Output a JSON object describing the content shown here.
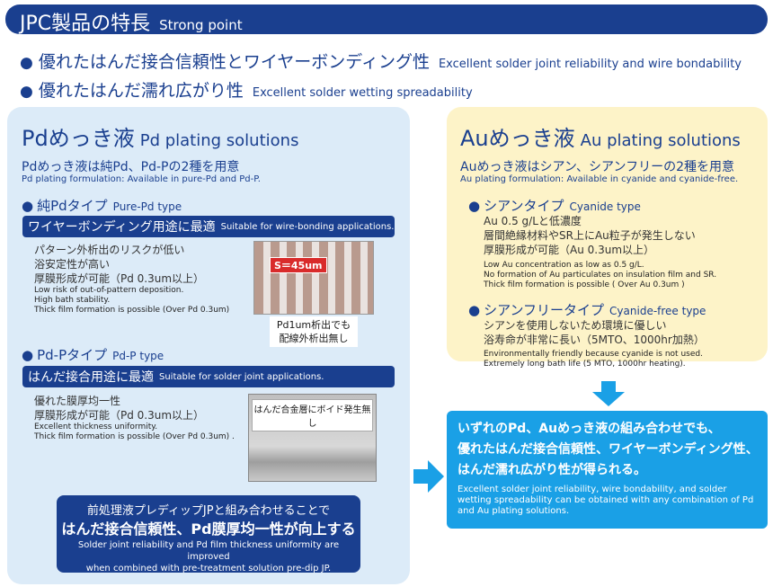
{
  "header": {
    "title_jp": "JPC製品の特長",
    "title_en": "Strong point"
  },
  "bullets": [
    {
      "jp": "優れたはんだ接合信頼性とワイヤーボンディング性",
      "en": "Excellent solder joint reliability and wire bondability"
    },
    {
      "jp": "優れたはんだ濡れ広がり性",
      "en": "Excellent solder wetting spreadability"
    }
  ],
  "pd": {
    "title_jp": "Pdめっき液",
    "title_en": "Pd plating solutions",
    "sub_jp": "Pdめっき液は純Pd、Pd-Pの2種を用意",
    "sub_en": "Pd plating formulation: Available in pure-Pd and Pd-P.",
    "pure": {
      "title_jp": "純Pdタイプ",
      "title_en": "Pure-Pd type",
      "bar_jp": "ワイヤーボンディング用途に最適",
      "bar_en": "Suitable for wire-bonding applications.",
      "features_jp": [
        "パターン外析出のリスクが低い",
        "浴安定性が高い",
        "厚膜形成が可能（Pd 0.3um以上）"
      ],
      "features_en": [
        "Low risk of out-of-pattern deposition.",
        "High bath stability.",
        "Thick film formation is possible (Over Pd 0.3um)"
      ],
      "photo_label": "S＝45um",
      "photo_caption_1": "Pd1um析出でも",
      "photo_caption_2": "配線外析出無し"
    },
    "pdp": {
      "title_jp": "Pd-Pタイプ",
      "title_en": "Pd-P type",
      "bar_jp": "はんだ接合用途に最適",
      "bar_en": "Suitable for solder joint applications.",
      "features_jp": [
        "優れた膜厚均一性",
        "厚膜形成が可能（Pd 0.3um以上）"
      ],
      "features_en": [
        "Excellent thickness uniformity.",
        "Thick film formation is possible (Over Pd 0.3um) ."
      ],
      "photo_caption": "はんだ合金層にボイド発生無し"
    },
    "note": {
      "line1": "前処理液プレディップJPと組み合わせることで",
      "line2": "はんだ接合信頼性、Pd膜厚均一性が向上する",
      "line3": "Solder joint reliability and Pd film thickness uniformity are improved",
      "line4": "when combined with pre-treatment solution pre-dip JP."
    }
  },
  "au": {
    "title_jp": "Auめっき液",
    "title_en": "Au plating solutions",
    "sub_jp": "Auめっき液はシアン、シアンフリーの2種を用意",
    "sub_en": "Au plating formulation: Available in cyanide and cyanide-free.",
    "cyanide": {
      "title_jp": "シアンタイプ",
      "title_en": "Cyanide type",
      "features_jp": [
        "Au 0.5 g/Lと低濃度",
        "層間絶縁材料やSR上にAu粒子が発生しない",
        "厚膜形成が可能（Au 0.3um以上）"
      ],
      "features_en": [
        "Low Au concentration as low as 0.5 g/L.",
        "No formation of Au particulates on insulation film and SR.",
        "Thick film formation is possible ( Over Au 0.3um )"
      ]
    },
    "cyanide_free": {
      "title_jp": "シアンフリータイプ",
      "title_en": "Cyanide-free type",
      "features_jp": [
        "シアンを使用しないため環境に優しい",
        "浴寿命が非常に長い（5MTO、1000hr加熱）"
      ],
      "features_en": [
        "Environmentally friendly because cyanide is not used.",
        "Extremely long bath life (5 MTO, 1000hr heating)."
      ]
    }
  },
  "result": {
    "jp_lines": [
      "いずれのPd、Auめっき液の組み合わせでも、",
      "優れたはんだ接合信頼性、ワイヤーボンディング性、",
      "はんだ濡れ広がり性が得られる。"
    ],
    "en": "Excellent solder joint reliability, wire bondability, and solder wetting spreadability can be obtained with any combination of Pd and Au plating solutions."
  },
  "bullet_glyph": "●",
  "colors": {
    "navy": "#1a3f8f",
    "light_blue_panel": "#dcebf8",
    "cream_panel": "#fdf3c8",
    "cyan": "#1aa0e6"
  }
}
